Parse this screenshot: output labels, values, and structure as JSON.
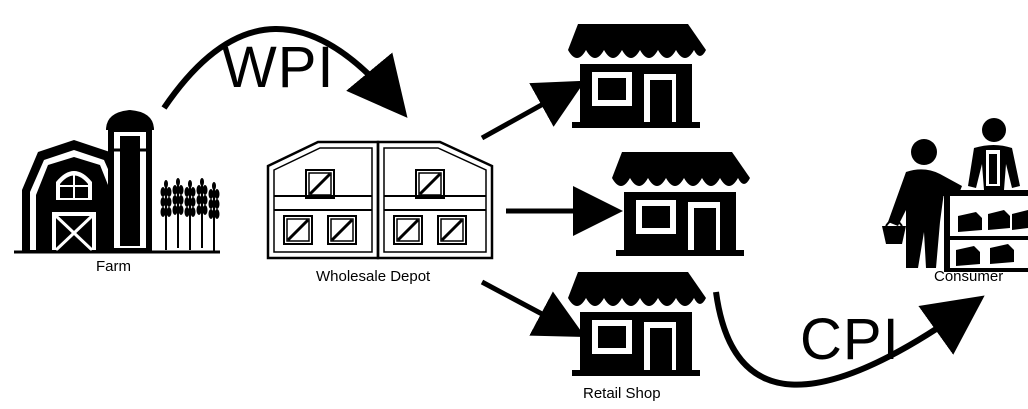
{
  "labels": {
    "farm": "Farm",
    "wholesale": "Wholesale Depot",
    "retail": "Retail Shop",
    "consumer": "Consumer",
    "wpi": "WPI",
    "cpi": "CPI"
  },
  "icons": {
    "farm": "barn-silo-wheat-icon",
    "wholesale": "warehouse-crates-icon",
    "retail": "store-awning-icon",
    "consumer": "shopper-at-counter-icon"
  },
  "colors": {
    "stroke": "#000000",
    "background": "#ffffff"
  }
}
